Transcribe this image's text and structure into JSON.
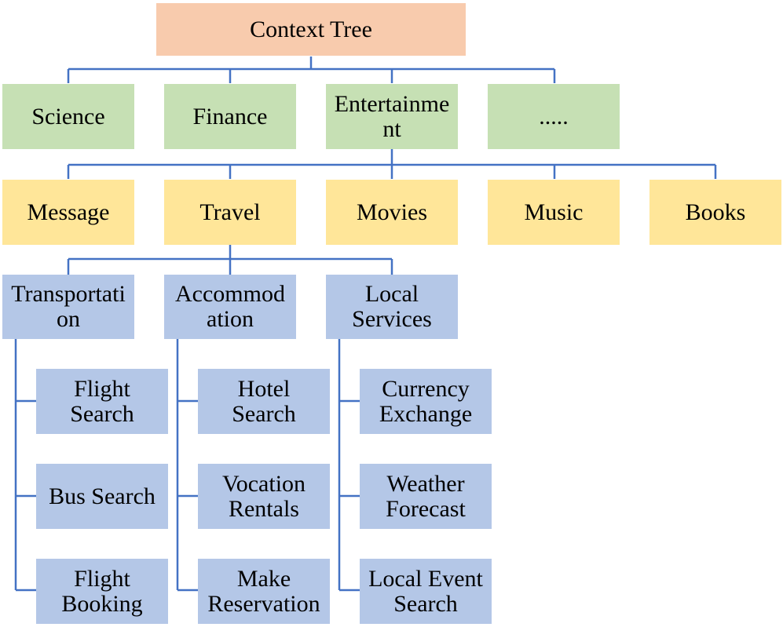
{
  "root": {
    "label": "Context Tree"
  },
  "domains": [
    {
      "label": "Science"
    },
    {
      "label": "Finance"
    },
    {
      "label": "Entertainme\nnt"
    },
    {
      "label": "....."
    }
  ],
  "topics": [
    {
      "label": "Message"
    },
    {
      "label": "Travel"
    },
    {
      "label": "Movies"
    },
    {
      "label": "Music"
    },
    {
      "label": "Books"
    }
  ],
  "travel_groups": [
    {
      "label": "Transportati\non",
      "services": [
        {
          "label": "Flight\nSearch"
        },
        {
          "label": "Bus Search"
        },
        {
          "label": "Flight\nBooking"
        }
      ]
    },
    {
      "label": "Accommod\nation",
      "services": [
        {
          "label": "Hotel\nSearch"
        },
        {
          "label": "Vocation\nRentals"
        },
        {
          "label": "Make\nReservation"
        }
      ]
    },
    {
      "label": "Local\nServices",
      "services": [
        {
          "label": "Currency\nExchange"
        },
        {
          "label": "Weather\nForecast"
        },
        {
          "label": "Local Event\nSearch"
        }
      ]
    }
  ],
  "colors": {
    "root": "#f8cbad",
    "domain": "#c6e0b4",
    "topic": "#ffe699",
    "service": "#b4c7e7",
    "connector": "#4472c4"
  }
}
